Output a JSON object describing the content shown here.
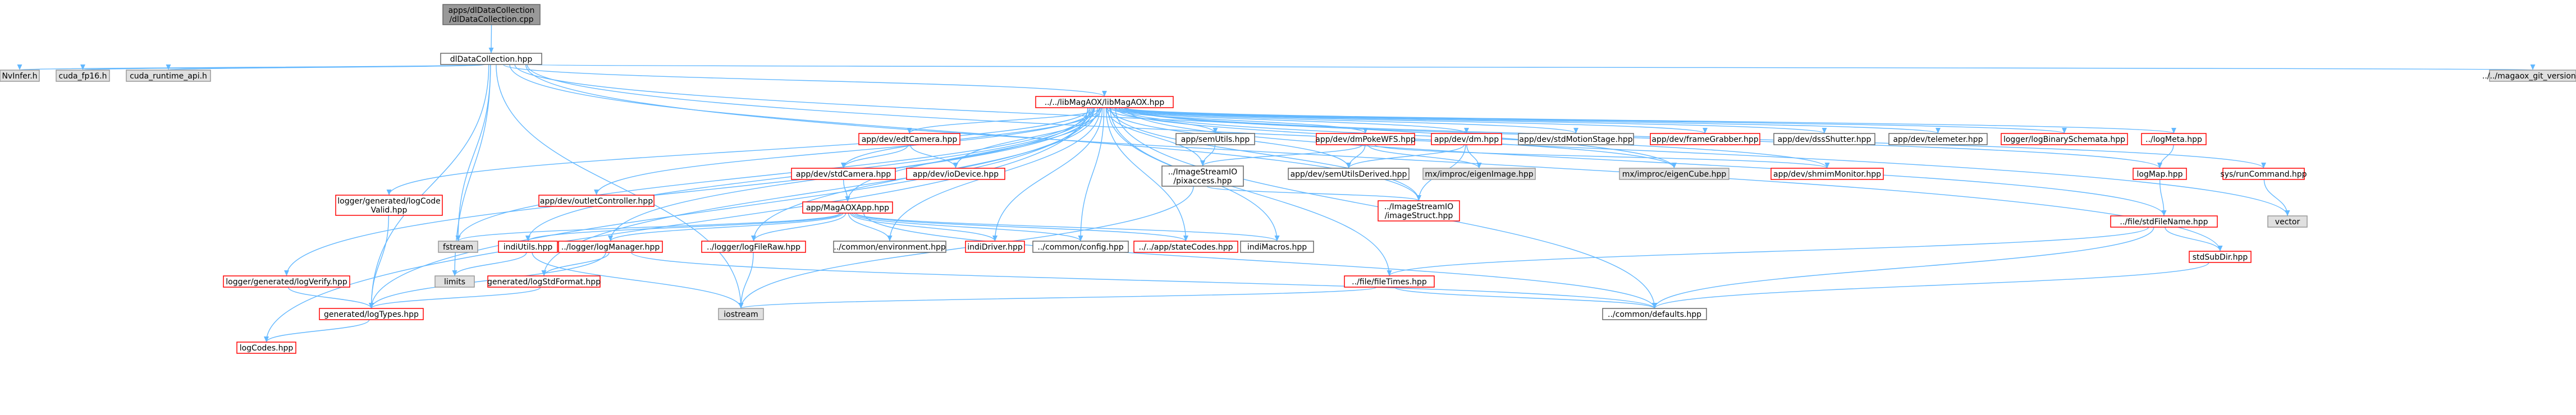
{
  "colors": {
    "edge": "#63b8ff",
    "root_fill": "#999999",
    "root_stroke": "#666666",
    "normal_stroke": "#666666",
    "red_stroke": "#ff0000",
    "ext_fill": "#e0e0e0",
    "ext_stroke": "#999999",
    "fill": "#ffffff"
  },
  "nodes": {
    "root": {
      "lines": [
        "apps/dlDataCollection",
        "/dlDataCollection.cpp"
      ],
      "style": "root"
    },
    "dlh": {
      "lines": [
        "dlDataCollection.hpp"
      ],
      "style": "normal"
    },
    "nvinfer": {
      "lines": [
        "NvInfer.h"
      ],
      "style": "ext"
    },
    "cudafp": {
      "lines": [
        "cuda_fp16.h"
      ],
      "style": "ext"
    },
    "cudart": {
      "lines": [
        "cuda_runtime_api.h"
      ],
      "style": "ext"
    },
    "libmag": {
      "lines": [
        "../../libMagAOX/libMagAOX.hpp"
      ],
      "style": "red"
    },
    "gitver": {
      "lines": [
        "../../magaox_git_version.h"
      ],
      "style": "ext"
    },
    "edtcam": {
      "lines": [
        "app/dev/edtCamera.hpp"
      ],
      "style": "red"
    },
    "semiutils": {
      "lines": [
        "app/semUtils.hpp"
      ],
      "style": "normal"
    },
    "dmpoke": {
      "lines": [
        "app/dev/dmPokeWFS.hpp"
      ],
      "style": "red"
    },
    "appdm": {
      "lines": [
        "app/dev/dm.hpp"
      ],
      "style": "red"
    },
    "motion": {
      "lines": [
        "app/dev/stdMotionStage.hpp"
      ],
      "style": "normal"
    },
    "frame": {
      "lines": [
        "app/dev/frameGrabber.hpp"
      ],
      "style": "red"
    },
    "dssh": {
      "lines": [
        "app/dev/dssShutter.hpp"
      ],
      "style": "normal"
    },
    "telem": {
      "lines": [
        "app/dev/telemeter.hpp"
      ],
      "style": "normal"
    },
    "logbs": {
      "lines": [
        "logger/logBinarySchemata.hpp"
      ],
      "style": "red"
    },
    "logmeta": {
      "lines": [
        "../logMeta.hpp"
      ],
      "style": "red"
    },
    "stdcam": {
      "lines": [
        "app/dev/stdCamera.hpp"
      ],
      "style": "red"
    },
    "iodev": {
      "lines": [
        "app/dev/ioDevice.hpp"
      ],
      "style": "red"
    },
    "isacc": {
      "lines": [
        "../ImageStreamIO",
        "/pixaccess.hpp"
      ],
      "style": "normal"
    },
    "semderived": {
      "lines": [
        "app/dev/semUtilsDerived.hpp"
      ],
      "style": "normal"
    },
    "eigenimg": {
      "lines": [
        "mx/improc/eigenImage.hpp"
      ],
      "style": "ext"
    },
    "eigencube": {
      "lines": [
        "mx/improc/eigenCube.hpp"
      ],
      "style": "ext"
    },
    "shmim": {
      "lines": [
        "app/dev/shmimMonitor.hpp"
      ],
      "style": "red"
    },
    "logmap": {
      "lines": [
        "logMap.hpp"
      ],
      "style": "red"
    },
    "sysrun": {
      "lines": [
        "sys/runCommand.hpp"
      ],
      "style": "red"
    },
    "loggen": {
      "lines": [
        "logger/generated/logCode",
        "Valid.hpp"
      ],
      "style": "red"
    },
    "outlet": {
      "lines": [
        "app/dev/outletController.hpp"
      ],
      "style": "red"
    },
    "magapp": {
      "lines": [
        "app/MagAOXApp.hpp"
      ],
      "style": "red"
    },
    "imgstruct": {
      "lines": [
        "../ImageStreamIO",
        "/imageStruct.hpp"
      ],
      "style": "red"
    },
    "stdfile": {
      "lines": [
        "../file/stdFileName.hpp"
      ],
      "style": "red"
    },
    "vector": {
      "lines": [
        "vector"
      ],
      "style": "ext"
    },
    "fstream": {
      "lines": [
        "fstream"
      ],
      "style": "ext"
    },
    "indiutils": {
      "lines": [
        "indiUtils.hpp"
      ],
      "style": "red"
    },
    "logmgr": {
      "lines": [
        "../logger/logManager.hpp"
      ],
      "style": "red"
    },
    "logfileraw": {
      "lines": [
        "../logger/logFileRaw.hpp"
      ],
      "style": "red"
    },
    "envir": {
      "lines": [
        "../common/environment.hpp"
      ],
      "style": "normal"
    },
    "indidriver": {
      "lines": [
        "indiDriver.hpp"
      ],
      "style": "red"
    },
    "config": {
      "lines": [
        "../common/config.hpp"
      ],
      "style": "normal"
    },
    "statecodes": {
      "lines": [
        "../../app/stateCodes.hpp"
      ],
      "style": "red"
    },
    "indimacros": {
      "lines": [
        "indiMacros.hpp"
      ],
      "style": "normal"
    },
    "stdsubdir": {
      "lines": [
        "stdSubDir.hpp"
      ],
      "style": "red"
    },
    "logverify": {
      "lines": [
        "logger/generated/logVerify.hpp"
      ],
      "style": "red"
    },
    "limits": {
      "lines": [
        "limits"
      ],
      "style": "ext"
    },
    "logstdfmt": {
      "lines": [
        "generated/logStdFormat.hpp"
      ],
      "style": "red"
    },
    "filetimes": {
      "lines": [
        "../file/fileTimes.hpp"
      ],
      "style": "red"
    },
    "iostream": {
      "lines": [
        "iostream"
      ],
      "style": "ext"
    },
    "logtypes": {
      "lines": [
        "generated/logTypes.hpp"
      ],
      "style": "red"
    },
    "defaults": {
      "lines": [
        "../common/defaults.hpp"
      ],
      "style": "normal"
    },
    "logcodes": {
      "lines": [
        "logCodes.hpp"
      ],
      "style": "red"
    }
  }
}
